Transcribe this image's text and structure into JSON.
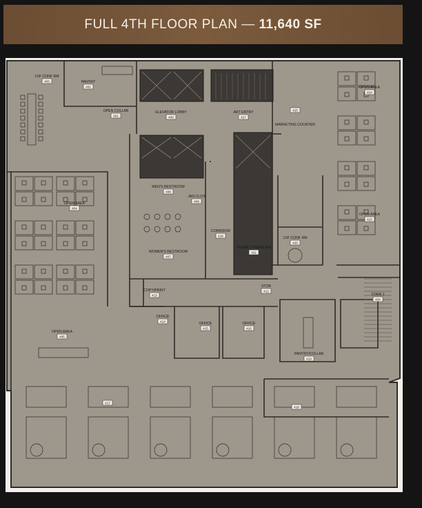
{
  "banner": {
    "title": "FULL 4TH FLOOR PLAN",
    "separator": " — ",
    "area": "11,640 SF"
  },
  "colors": {
    "banner": "#75563a",
    "banner_text": "#f4efe6",
    "plan_bg": "#9e978c",
    "wall": "#2e2b27",
    "core": "#3b3835",
    "page_bg": "#141414"
  },
  "rooms": [
    {
      "id": "conf-403",
      "label": "1SF CONF RM",
      "number": "403"
    },
    {
      "id": "pantry-402",
      "label": "PANTRY",
      "number": "402"
    },
    {
      "id": "open-collab-401",
      "label": "OPEN COLLAB",
      "number": "401"
    },
    {
      "id": "elevator-lobby",
      "label": "ELEVATOR LOBBY",
      "number": "409"
    },
    {
      "id": "art-entry",
      "label": "ART ENTRY",
      "number": "427"
    },
    {
      "id": "reception-425",
      "label": "",
      "number": "425"
    },
    {
      "id": "marketing-counter",
      "label": "MARKETING COUNTER",
      "number": ""
    },
    {
      "id": "open-area-424",
      "label": "OPEN AREA",
      "number": "424"
    },
    {
      "id": "open-area-404",
      "label": "OPEN AREA",
      "number": "404"
    },
    {
      "id": "mens-restroom",
      "label": "MEN'S RESTROOM",
      "number": "408"
    },
    {
      "id": "jan-clos",
      "label": "JAN CLOS",
      "number": "409"
    },
    {
      "id": "corridor",
      "label": "CORRIDOR",
      "number": "418"
    },
    {
      "id": "womens-restroom",
      "label": "WOMEN'S RESTROOM",
      "number": "407"
    },
    {
      "id": "tenant-phone",
      "label": "TENANT PHONE RM",
      "number": "411"
    },
    {
      "id": "open-area-423",
      "label": "OPEN AREA",
      "number": "423"
    },
    {
      "id": "conf-426",
      "label": "1SF CONF RM",
      "number": "426"
    },
    {
      "id": "copy-print",
      "label": "COPY/PRINT",
      "number": "413"
    },
    {
      "id": "stor-412",
      "label": "STOR",
      "number": "412"
    },
    {
      "id": "stair-2",
      "label": "STAIR 2",
      "number": "404"
    },
    {
      "id": "office-414",
      "label": "OFFICE",
      "number": "414"
    },
    {
      "id": "office-415",
      "label": "OFFICE",
      "number": "415"
    },
    {
      "id": "office-416",
      "label": "OFFICE",
      "number": "416"
    },
    {
      "id": "pantry-collab",
      "label": "PANTRY/COLLAB",
      "number": "419"
    },
    {
      "id": "open-area-405",
      "label": "OPEN AREA",
      "number": "405"
    },
    {
      "id": "area-417",
      "label": "",
      "number": "417"
    },
    {
      "id": "area-418",
      "label": "",
      "number": "418"
    }
  ]
}
